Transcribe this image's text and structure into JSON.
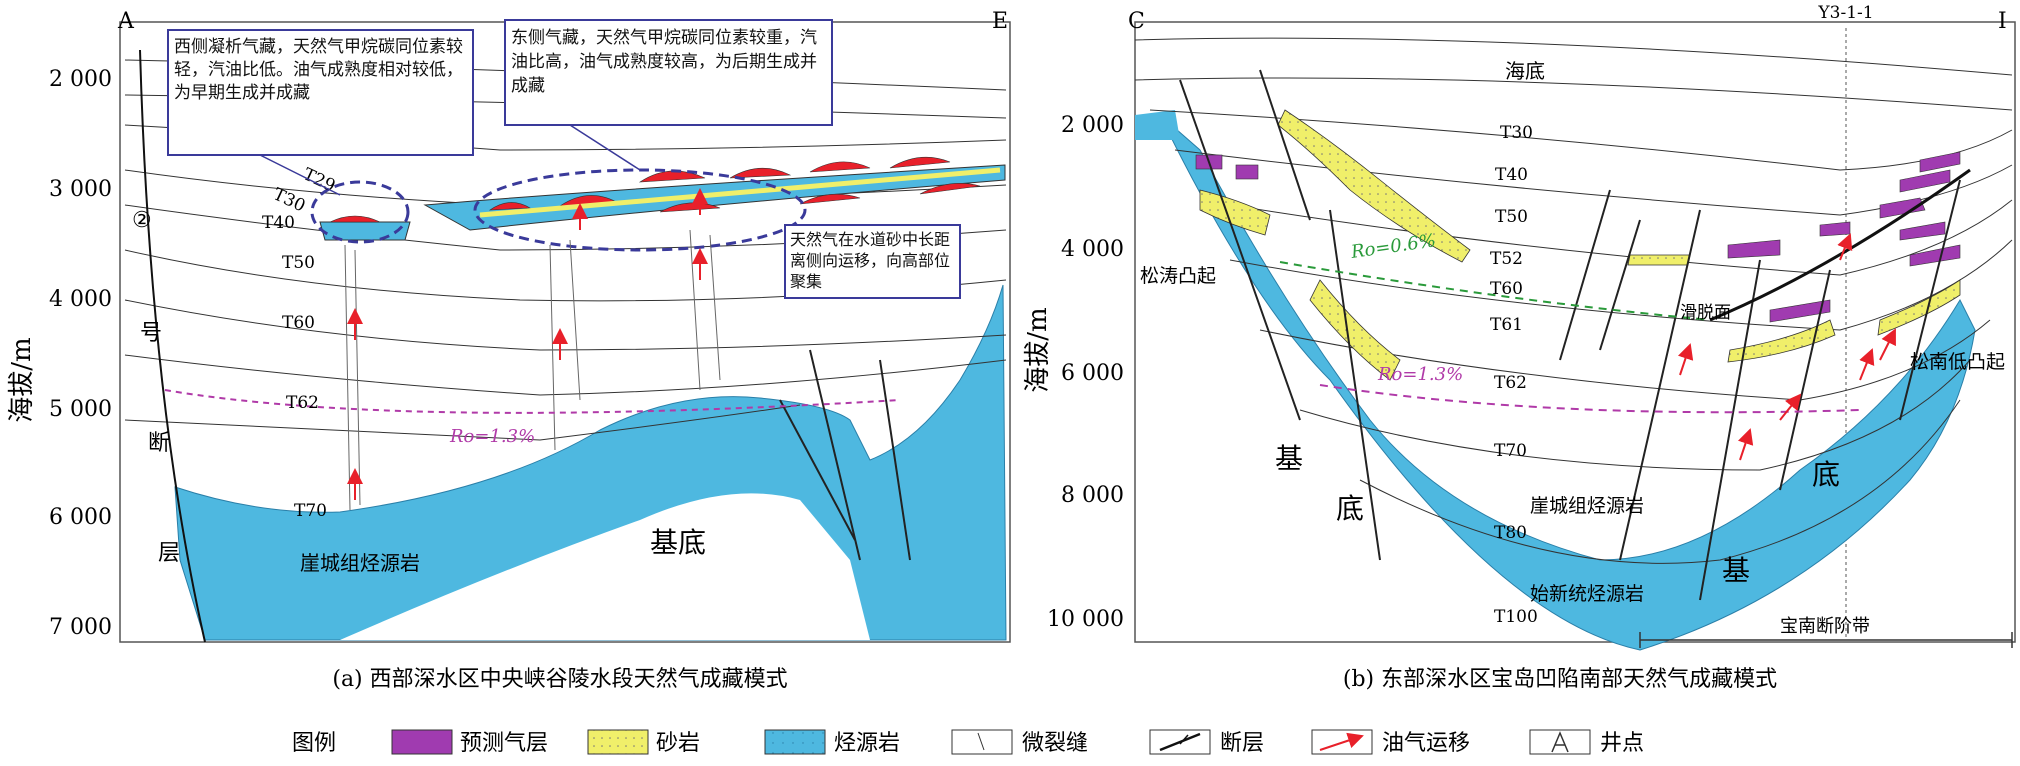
{
  "panel_a": {
    "corner_left": "A",
    "corner_right": "E",
    "y_ticks": [
      "2 000",
      "3 000",
      "4 000",
      "5 000",
      "6 000",
      "7 000"
    ],
    "y_axis_label": "海拔/m",
    "horizons": [
      "T29",
      "T30",
      "T40",
      "T50",
      "T60",
      "T62",
      "T70"
    ],
    "fault_label": [
      "②",
      "号",
      "断",
      "层"
    ],
    "ro_label": "Ro=1.3%",
    "source_rock_label": "崖城组烃源岩",
    "basement_label": "基底",
    "callout_west": "西侧凝析气藏，天然气甲烷碳同位素较轻，汽油比低。油气成熟度相对较低，为早期生成并成藏",
    "callout_east": "东侧气藏，天然气甲烷碳同位素较重，汽油比高，油气成熟度较高，为后期生成并成藏",
    "callout_migration": "天然气在水道砂中长距离侧向运移，向高部位聚集",
    "caption": "(a) 西部深水区中央峡谷陵水段天然气成藏模式"
  },
  "panel_b": {
    "corner_left": "C",
    "corner_right": "I",
    "well_name": "Y3-1-1",
    "y_ticks": [
      "2 000",
      "4 000",
      "6 000",
      "8 000",
      "10 000"
    ],
    "y_axis_label": "海拔/m",
    "seafloor_label": "海底",
    "horizons": [
      "T30",
      "T40",
      "T50",
      "T52",
      "T60",
      "T61",
      "T62",
      "T70",
      "T80",
      "T100"
    ],
    "ro_06": "Ro=0.6%",
    "ro_13": "Ro=1.3%",
    "slip_surface": "滑脱面",
    "uplift_west": "松涛凸起",
    "uplift_east": "松南低凸起",
    "basement_chars": [
      "基",
      "底",
      "基",
      "底"
    ],
    "source_yc": "崖城组烃源岩",
    "source_eo": "始新统烃源岩",
    "fault_zone": "宝南断阶带",
    "caption": "(b) 东部深水区宝岛凹陷南部天然气成藏模式"
  },
  "legend": {
    "title": "图例",
    "items": [
      "预测气层",
      "砂岩",
      "烃源岩",
      "微裂缝",
      "断层",
      "油气运移",
      "井点"
    ]
  },
  "colors": {
    "source_rock": "#4eb8e0",
    "sandstone": "#f0ef6a",
    "gas_layer": "#a03bb0",
    "reservoir_red": "#e8202a",
    "migration": "#e8202a",
    "callout_border": "#3a3a9a",
    "ro_06_line": "#2a9a3a",
    "ro_13_line": "#b03aa8"
  }
}
